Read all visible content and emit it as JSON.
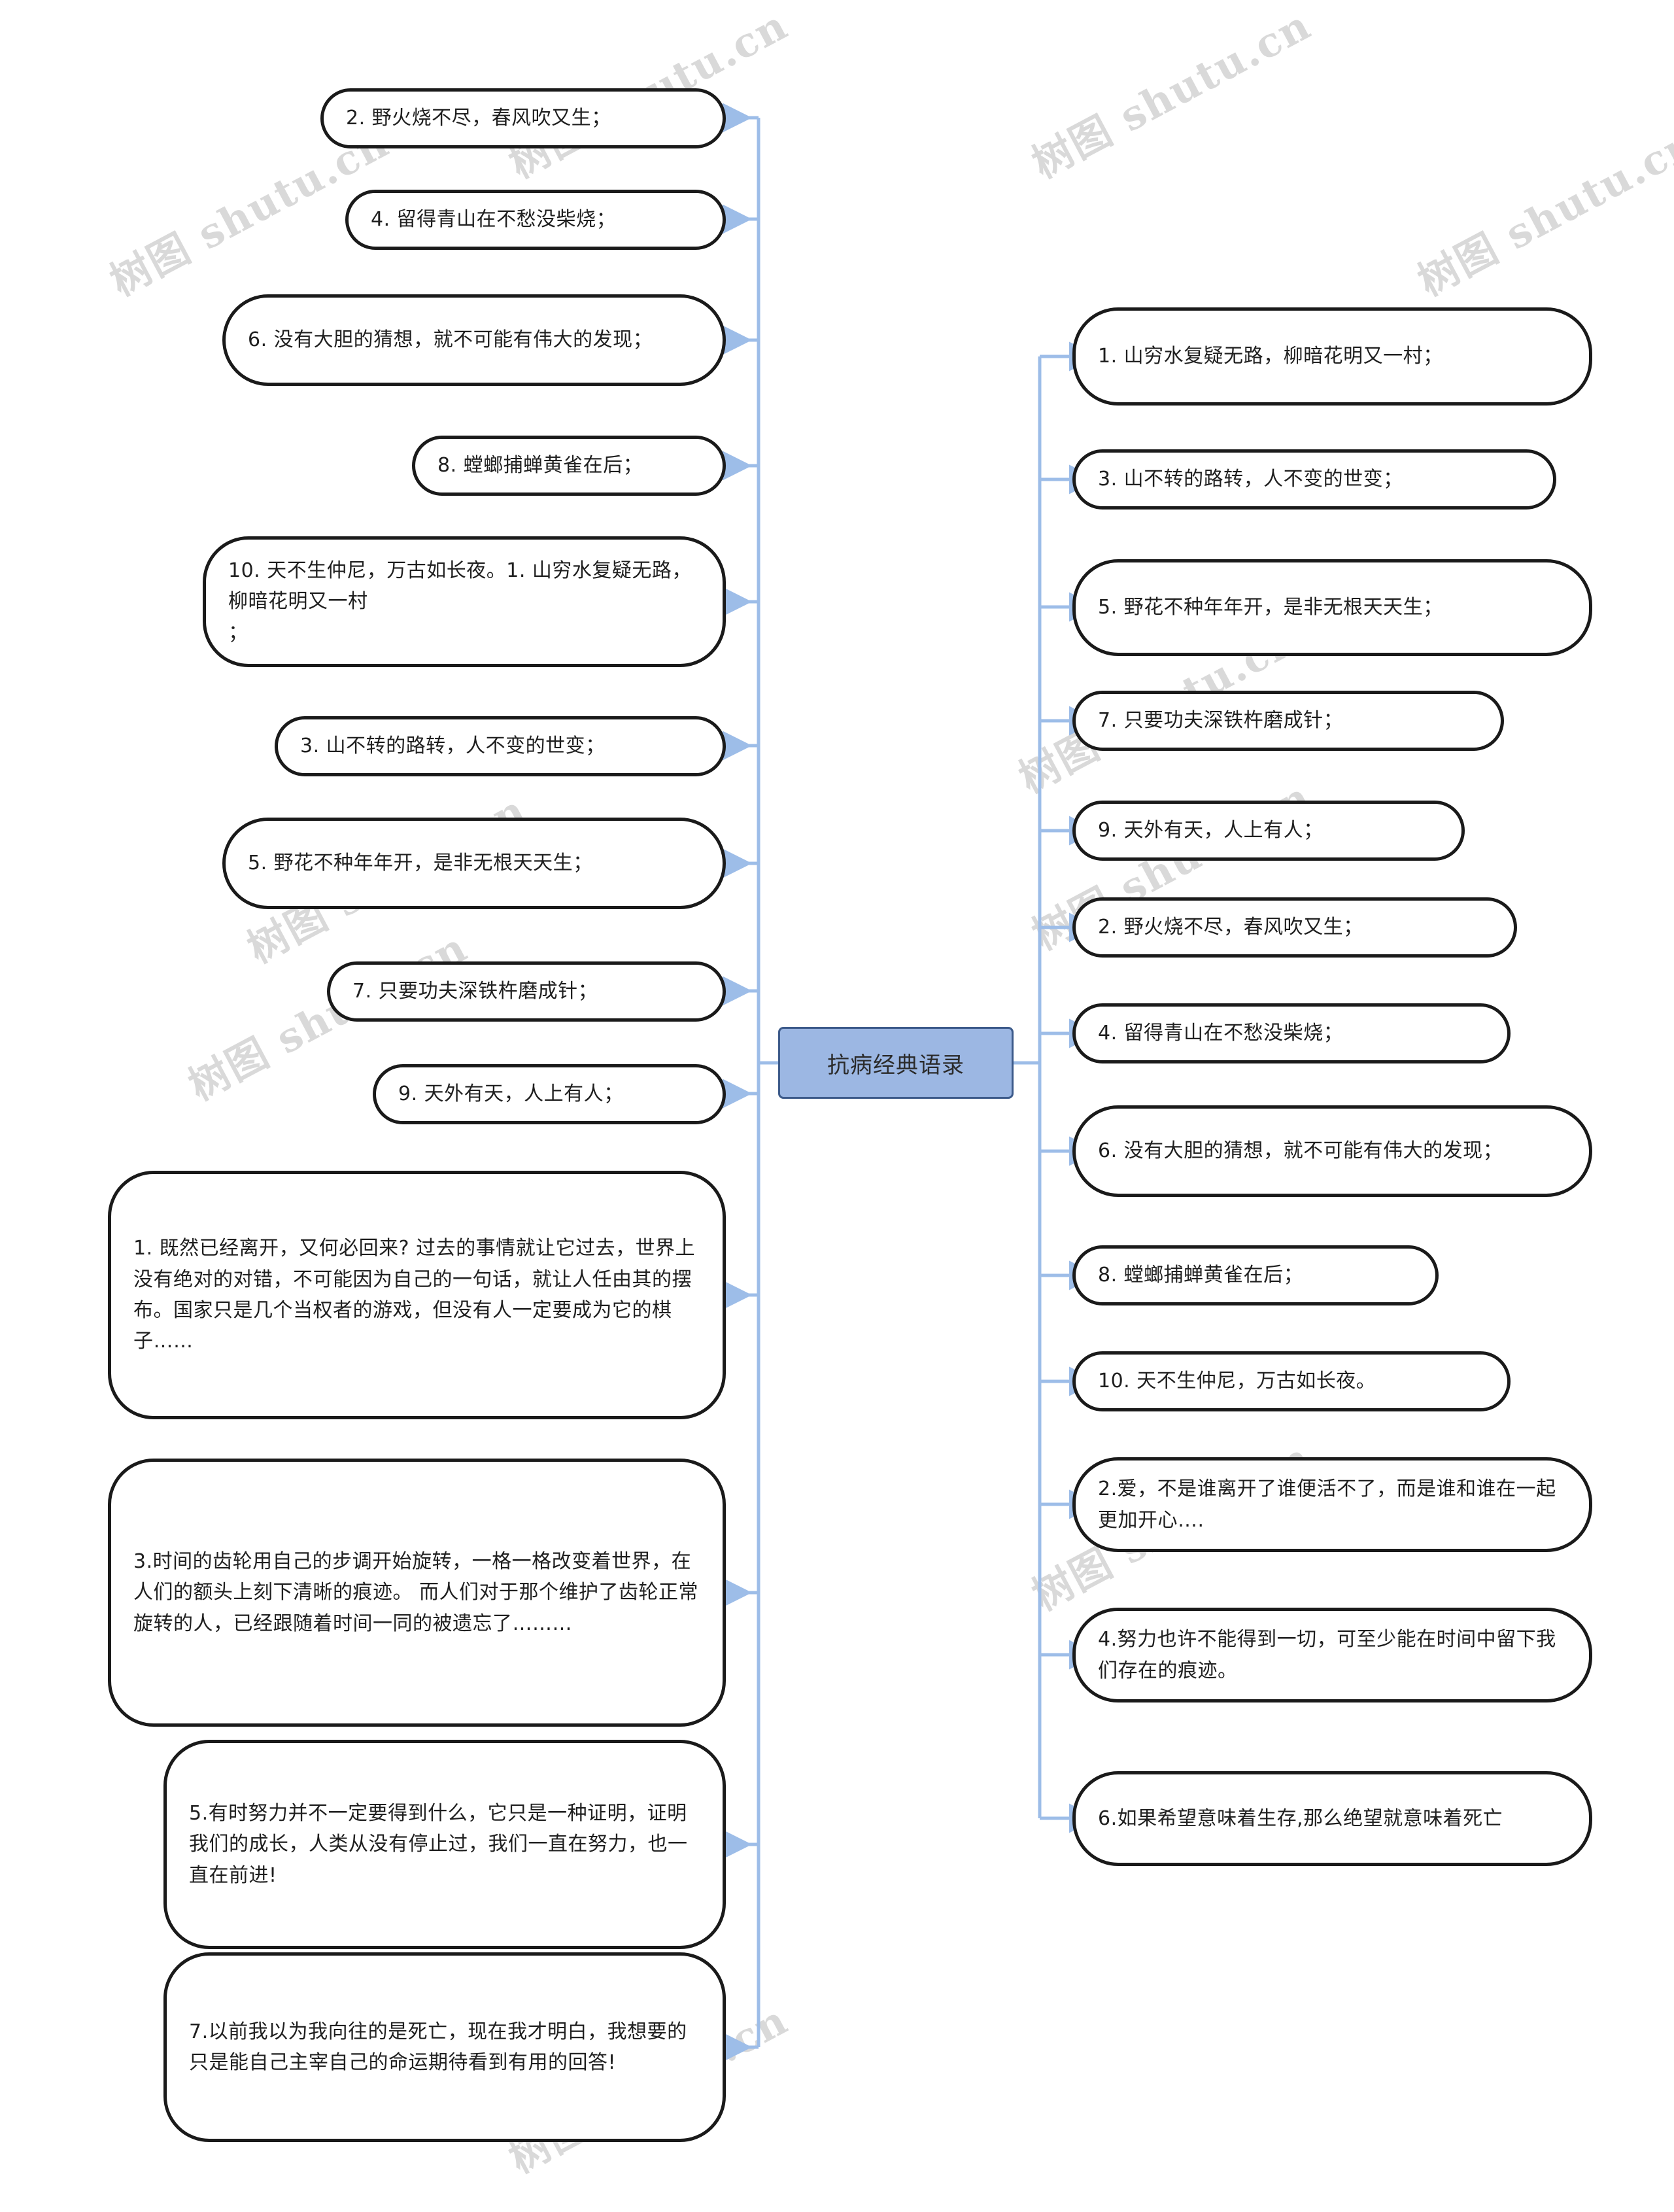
{
  "diagram": {
    "type": "mindmap",
    "root": {
      "label": "抗病经典语录",
      "fill": "#9cb7e3",
      "stroke": "#3c5a8a"
    },
    "connector_color": "#9dbde8",
    "node_stroke": "#1a1a1a",
    "node_fill": "#ffffff",
    "watermark_text": "树图 shutu.cn",
    "watermark_color": "#d8d8d8"
  },
  "left_branch": [
    {
      "id": "L1",
      "label": "2. 野火烧不尽，春风吹又生；"
    },
    {
      "id": "L2",
      "label": "4. 留得青山在不愁没柴烧；"
    },
    {
      "id": "L3",
      "label": "6. 没有大胆的猜想，就不可能有伟大的发现；"
    },
    {
      "id": "L4",
      "label": "8. 螳螂捕蝉黄雀在后；"
    },
    {
      "id": "L5",
      "label": "10. 天不生仲尼，万古如长夜。1. 山穷水复疑无路，柳暗花明又一村\n；"
    },
    {
      "id": "L6",
      "label": "3. 山不转的路转，人不变的世变；"
    },
    {
      "id": "L7",
      "label": "5. 野花不种年年开，是非无根天天生；"
    },
    {
      "id": "L8",
      "label": "7. 只要功夫深铁杵磨成针；"
    },
    {
      "id": "L9",
      "label": "9. 天外有天，人上有人；"
    },
    {
      "id": "L10",
      "label": "1. 既然已经离开，又何必回来? 过去的事情就让它过去，世界上没有绝对的对错，不可能因为自己的一句话，就让人任由其的摆布。国家只是几个当权者的游戏，但没有人一定要成为它的棋子……"
    },
    {
      "id": "L11",
      "label": "3.时间的齿轮用自己的步调开始旋转，一格一格改变着世界，在人们的额头上刻下清晰的痕迹。 而人们对于那个维护了齿轮正常旋转的人，已经跟随着时间一同的被遗忘了………"
    },
    {
      "id": "L12",
      "label": "5.有时努力并不一定要得到什么，它只是一种证明，证明我们的成长，人类从没有停止过，我们一直在努力，也一直在前进!"
    },
    {
      "id": "L13",
      "label": "7.以前我以为我向往的是死亡，现在我才明白，我想要的只是能自己主宰自己的命运期待看到有用的回答!"
    }
  ],
  "right_branch": [
    {
      "id": "R1",
      "label": "1. 山穷水复疑无路，柳暗花明又一村；"
    },
    {
      "id": "R2",
      "label": "3. 山不转的路转，人不变的世变；"
    },
    {
      "id": "R3",
      "label": "5. 野花不种年年开，是非无根天天生；"
    },
    {
      "id": "R4",
      "label": "7. 只要功夫深铁杵磨成针；"
    },
    {
      "id": "R5",
      "label": "9. 天外有天，人上有人；"
    },
    {
      "id": "R6",
      "label": "2. 野火烧不尽，春风吹又生；"
    },
    {
      "id": "R7",
      "label": "4. 留得青山在不愁没柴烧；"
    },
    {
      "id": "R8",
      "label": "6. 没有大胆的猜想，就不可能有伟大的发现；"
    },
    {
      "id": "R9",
      "label": "8. 螳螂捕蝉黄雀在后；"
    },
    {
      "id": "R10",
      "label": "10. 天不生仲尼，万古如长夜。"
    },
    {
      "id": "R11",
      "label": "2.爱，不是谁离开了谁便活不了，而是谁和谁在一起更加开心…."
    },
    {
      "id": "R12",
      "label": "4.努力也许不能得到一切，可至少能在时间中留下我们存在的痕迹。"
    },
    {
      "id": "R13",
      "label": "6.如果希望意味着生存,那么绝望就意味着死亡"
    }
  ]
}
